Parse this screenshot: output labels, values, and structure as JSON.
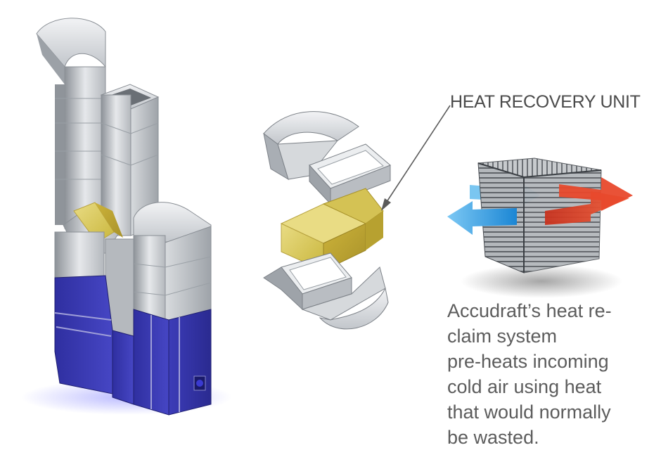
{
  "callout": {
    "label": "HEAT RECOVERY UNIT"
  },
  "caption": {
    "lines": [
      "Accudraft’s heat re-",
      "claim system",
      "pre-heats incoming",
      "cold air using heat",
      "that would normally",
      "be wasted."
    ]
  },
  "colors": {
    "cabinet_blue": "#3a3ab0",
    "recovery_unit_yellow": "#d9c94a",
    "duct_silver": "#c9ccd0",
    "cold_air_arrow": "#3aa0e0",
    "warm_air_arrow": "#e0442a",
    "text_gray": "#5c5c5c"
  }
}
